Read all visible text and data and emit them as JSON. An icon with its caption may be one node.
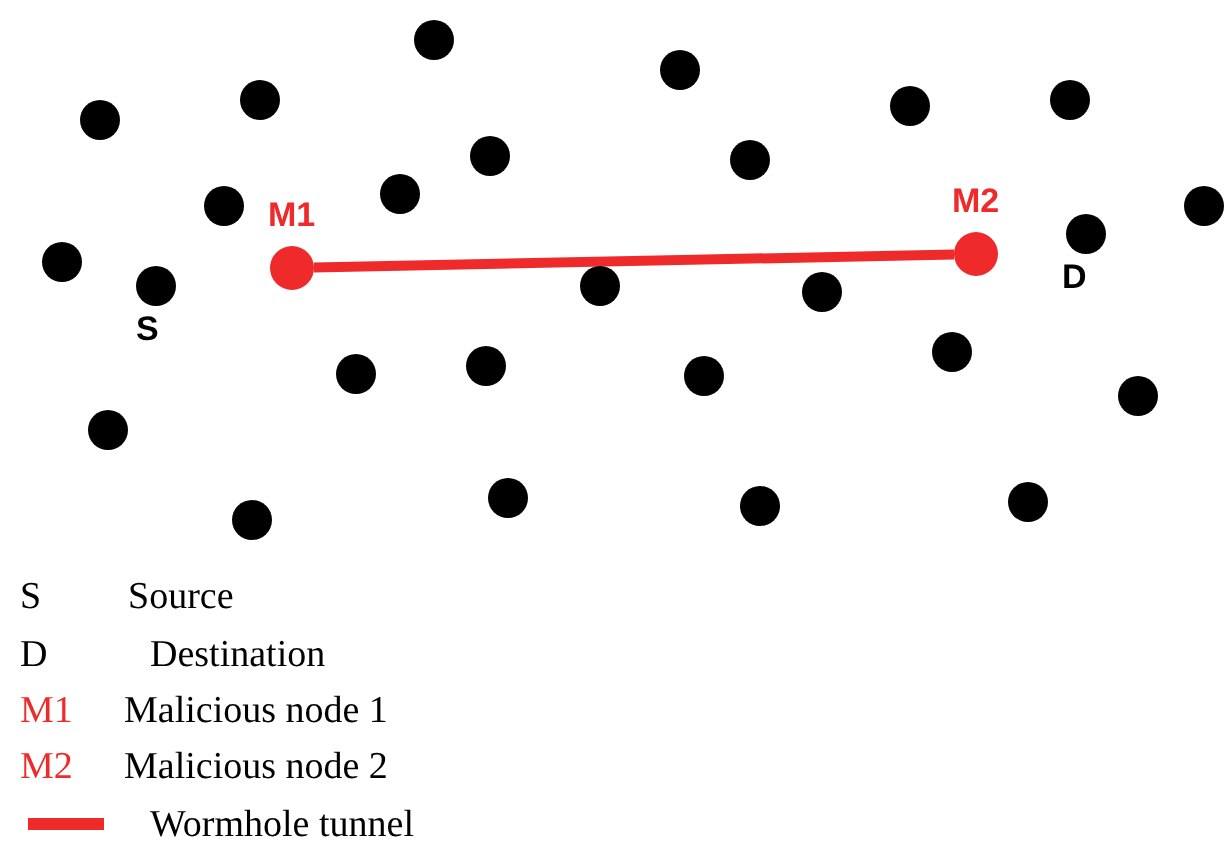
{
  "diagram": {
    "nodes": [
      {
        "text": [],
        "shape": "circle"
      },
      {
        "text": [],
        "shape": "circle"
      },
      {
        "text": [],
        "shape": "circle"
      },
      {
        "text": [
          "S"
        ]
      },
      {
        "text": [],
        "shape": "circle"
      },
      {
        "text": [],
        "shape": "circle"
      },
      {
        "text": [],
        "shape": "circle"
      },
      {
        "text": [
          "M1"
        ]
      },
      {
        "text": [],
        "shape": "circle"
      },
      {
        "text": [],
        "shape": "circle"
      },
      {
        "text": [],
        "shape": "circle"
      },
      {
        "text": [],
        "shape": "circle"
      },
      {
        "text": [],
        "shape": "circle"
      },
      {
        "text": [],
        "shape": "circle"
      },
      {
        "text": [],
        "shape": "circle"
      },
      {
        "text": [],
        "shape": "circle"
      },
      {
        "text": [],
        "shape": "circle"
      },
      {
        "text": [],
        "shape": "circle"
      },
      {
        "text": [],
        "shape": "circle"
      },
      {
        "text": [],
        "shape": "circle"
      },
      {
        "text": [],
        "shape": "circle"
      },
      {
        "text": [],
        "shape": "circle"
      },
      {
        "text": [
          "M2"
        ]
      },
      {
        "text": [],
        "shape": "circle"
      },
      {
        "text": [],
        "shape": "circle"
      },
      {
        "text": [
          "D"
        ]
      },
      {
        "text": [],
        "shape": "circle"
      },
      {
        "text": [],
        "shape": "circle"
      }
    ],
    "edges": [
      {
        "from": 7,
        "to": 22,
        "arrow": "none",
        "color": "#ee2a2a"
      }
    ],
    "labels": [
      "S",
      "Source",
      "D",
      "Destination",
      "M1",
      "Malicious node 1",
      "M2",
      "Malicious node 2"
    ],
    "legend": [
      {
        "text": "Wormhole tunnel"
      }
    ]
  }
}
